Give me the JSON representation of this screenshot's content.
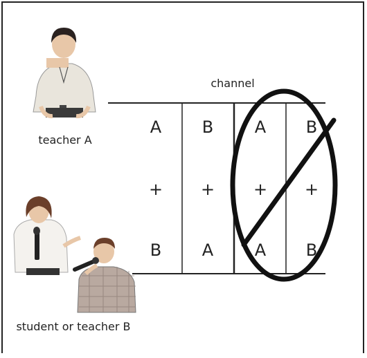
{
  "labels": {
    "channel": "channel",
    "teacher_a": "teacher A",
    "student_or_teacher_b": "student or teacher B"
  },
  "grid": {
    "row1": [
      "A",
      "B",
      "A",
      "B"
    ],
    "row2": [
      "+",
      "+",
      "+",
      "+"
    ],
    "row3": [
      "B",
      "A",
      "A",
      "B"
    ]
  },
  "colors": {
    "ink": "#222222",
    "skin": "#e8c7a8",
    "hair_dark": "#2a2220",
    "hair_brown": "#6b3f2a",
    "shirt_light": "#e9e5dc",
    "shirt_white": "#f4f2ee",
    "check_shirt": "#b9a9a0"
  }
}
